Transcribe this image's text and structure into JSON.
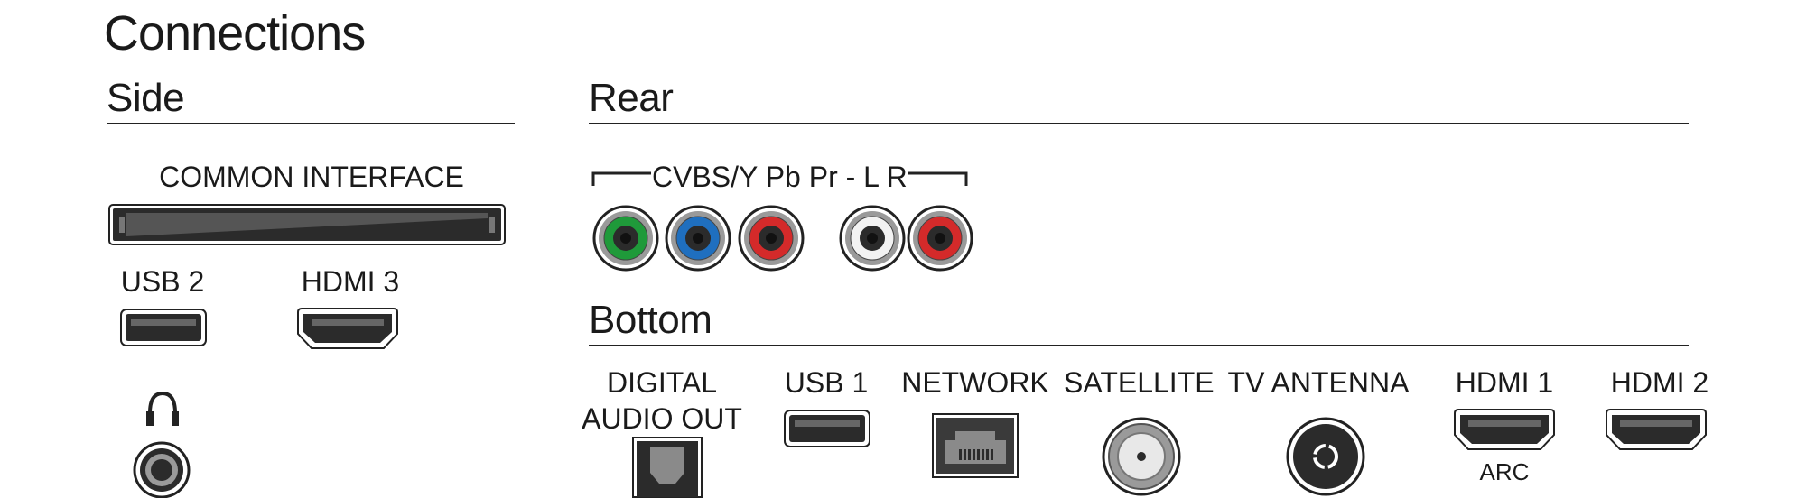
{
  "title": "Connections",
  "side": {
    "heading": "Side",
    "common_interface_label": "COMMON INTERFACE",
    "usb2_label": "USB 2",
    "hdmi3_label": "HDMI 3"
  },
  "rear": {
    "heading": "Rear",
    "group_label": "CVBS/Y Pb Pr - L R",
    "jacks": [
      {
        "color": "#1f9a3a",
        "name": "green-rca-jack"
      },
      {
        "color": "#1f6fbf",
        "name": "blue-rca-jack"
      },
      {
        "color": "#d42a2a",
        "name": "red-rca-jack"
      },
      {
        "color": "#f2f2f2",
        "name": "white-rca-jack"
      },
      {
        "color": "#d42a2a",
        "name": "red-rca-jack-audio"
      }
    ]
  },
  "bottom": {
    "heading": "Bottom",
    "digital_audio_line1": "DIGITAL",
    "digital_audio_line2": "AUDIO OUT",
    "usb1_label": "USB 1",
    "network_label": "NETWORK",
    "satellite_label": "SATELLITE",
    "tv_antenna_label": "TV ANTENNA",
    "hdmi1_label": "HDMI 1",
    "hdmi1_sub": "ARC",
    "hdmi2_label": "HDMI 2"
  },
  "colors": {
    "port_dark": "#2b2b2b",
    "port_gray": "#8a8a8a",
    "rule": "#222222"
  }
}
